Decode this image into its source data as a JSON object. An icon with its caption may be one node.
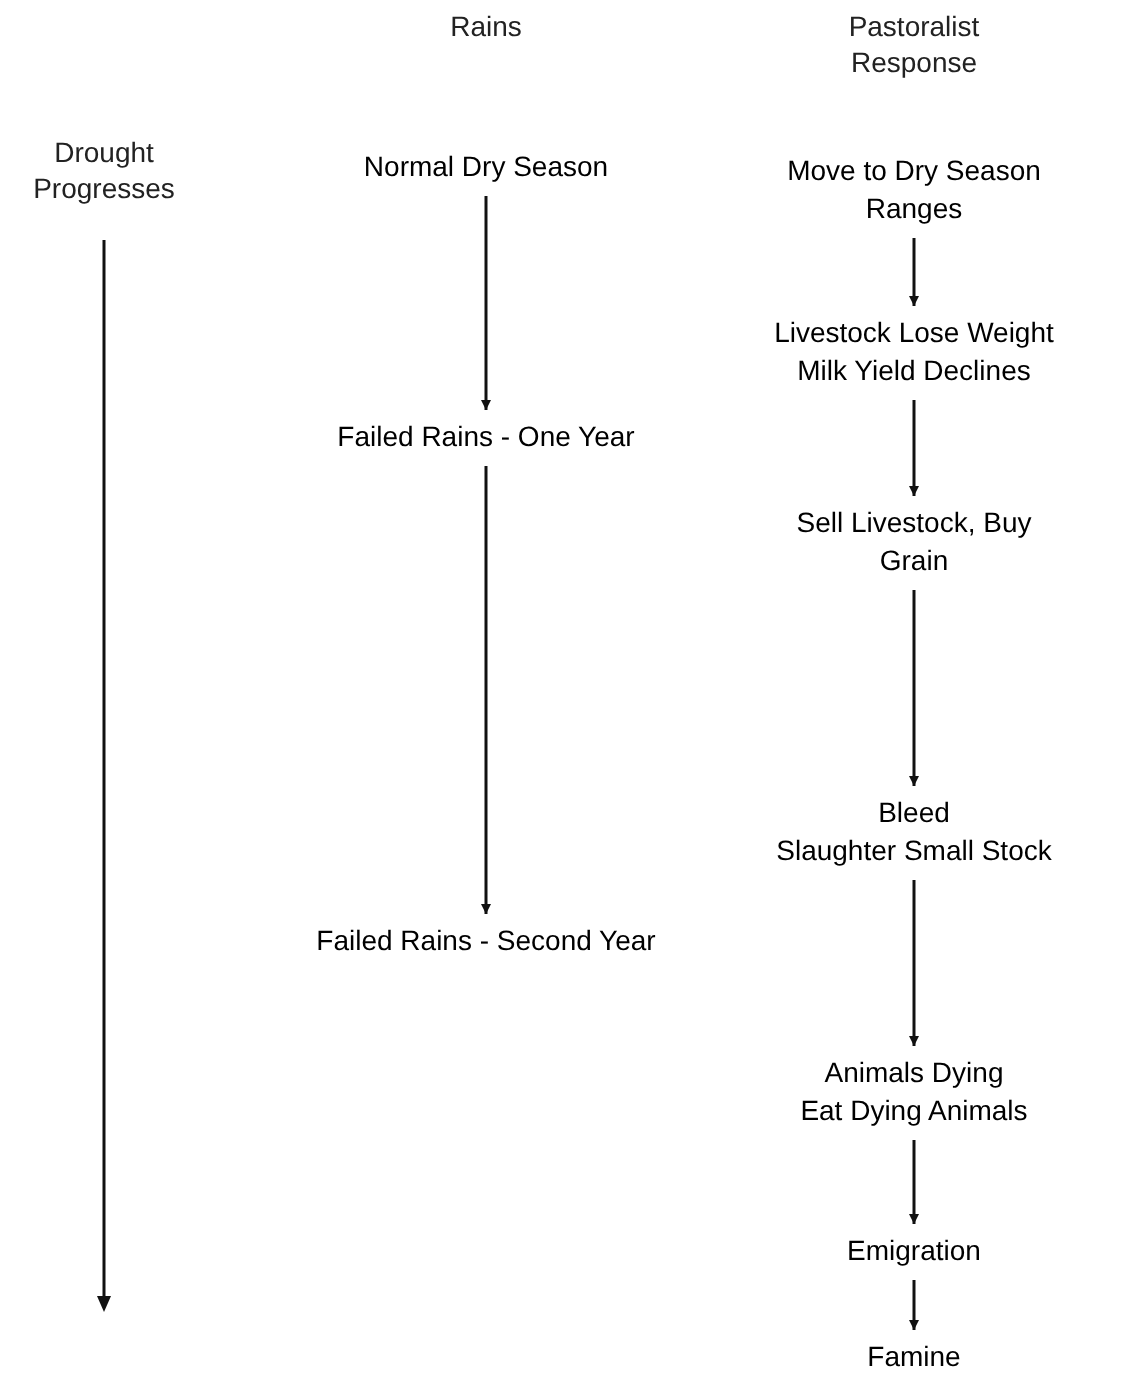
{
  "diagram": {
    "nodes": [
      {
        "text": [
          "Normal Dry Season"
        ]
      },
      {
        "text": [
          "Failed Rains - One Year"
        ]
      },
      {
        "text": [
          "Failed Rains - Second Year"
        ]
      },
      {
        "text": [
          "Move to Dry Season Ranges"
        ]
      },
      {
        "text": [
          "Livestock Lose Weight",
          "Milk Yield Declines"
        ]
      },
      {
        "text": [
          "Sell Livestock, Buy Grain"
        ]
      },
      {
        "text": [
          "Bleed",
          "Slaughter Small Stock"
        ]
      },
      {
        "text": [
          "Animals Dying",
          "Eat Dying Animals"
        ]
      },
      {
        "text": [
          "Emigration"
        ]
      },
      {
        "text": [
          "Famine"
        ]
      }
    ],
    "edges": [
      {
        "from": 0,
        "to": 1,
        "arrow": "to"
      },
      {
        "from": 1,
        "to": 2,
        "arrow": "to"
      },
      {
        "from": 3,
        "to": 4,
        "arrow": "to"
      },
      {
        "from": 4,
        "to": 5,
        "arrow": "to"
      },
      {
        "from": 5,
        "to": 6,
        "arrow": "to"
      },
      {
        "from": 6,
        "to": 7,
        "arrow": "to"
      },
      {
        "from": 7,
        "to": 8,
        "arrow": "to"
      },
      {
        "from": 8,
        "to": 9,
        "arrow": "to"
      }
    ],
    "labels": [
      "Rains",
      "Pastoralist Response",
      "Drought Progresses"
    ]
  }
}
